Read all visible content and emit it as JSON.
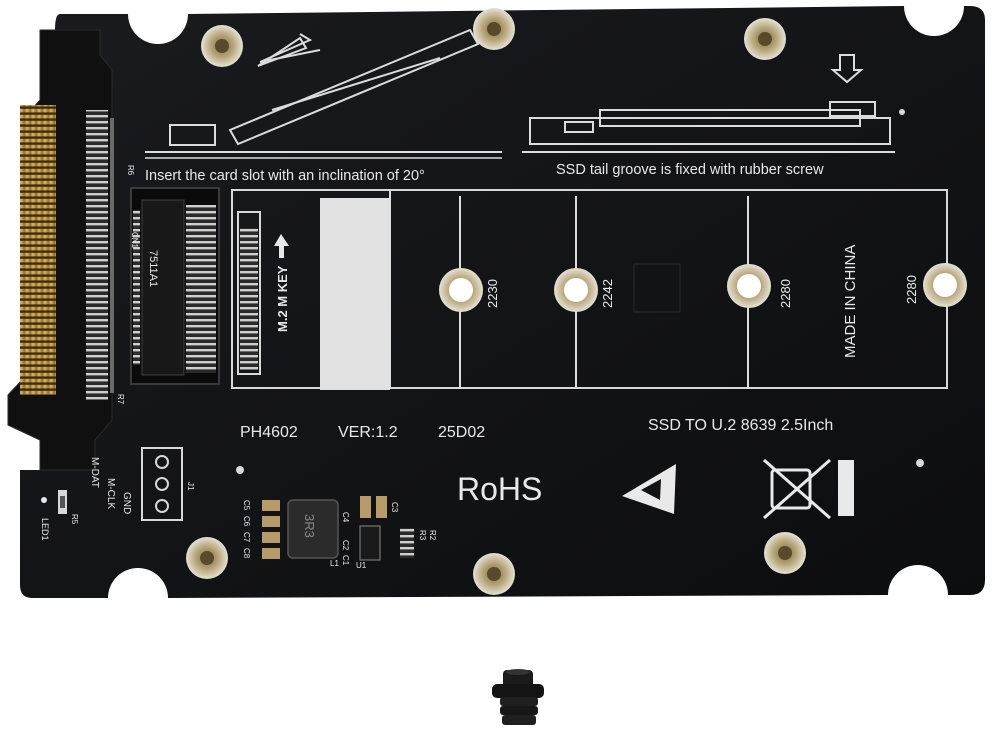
{
  "board": {
    "install_note": "Insert the card slot with an inclination of 20°",
    "screw_note": "SSD tail groove is fixed with rubber screw",
    "key_label": "M.2 M KEY",
    "size_labels": [
      "2230",
      "2242",
      "2280",
      "2280"
    ],
    "origin": "MADE IN CHINA",
    "model": "PH4602",
    "version": "VER:1.2",
    "date_code": "25D02",
    "product": "SSD TO U.2 8639 2.5Inch",
    "rohs": "RoHS",
    "pins": [
      "M-DAT",
      "M-CLK",
      "GND"
    ],
    "jumper": "J1",
    "led": "LED1",
    "r5": "R5",
    "r6": "R6",
    "r7": "R7",
    "connector": "CN1",
    "slot_code": "7511A1",
    "caps": [
      "C5",
      "C6",
      "C7",
      "C8"
    ],
    "c_small": [
      "C4",
      "C3",
      "C2",
      "C1"
    ],
    "inductor": "3R3",
    "l1": "L1",
    "u_labels": [
      "R3",
      "R2"
    ],
    "u1": "U1"
  },
  "colors": {
    "pcb": "#111214",
    "silkscreen": "#e9e9e9",
    "gold": "#c9a04a",
    "background": "#ffffff"
  }
}
